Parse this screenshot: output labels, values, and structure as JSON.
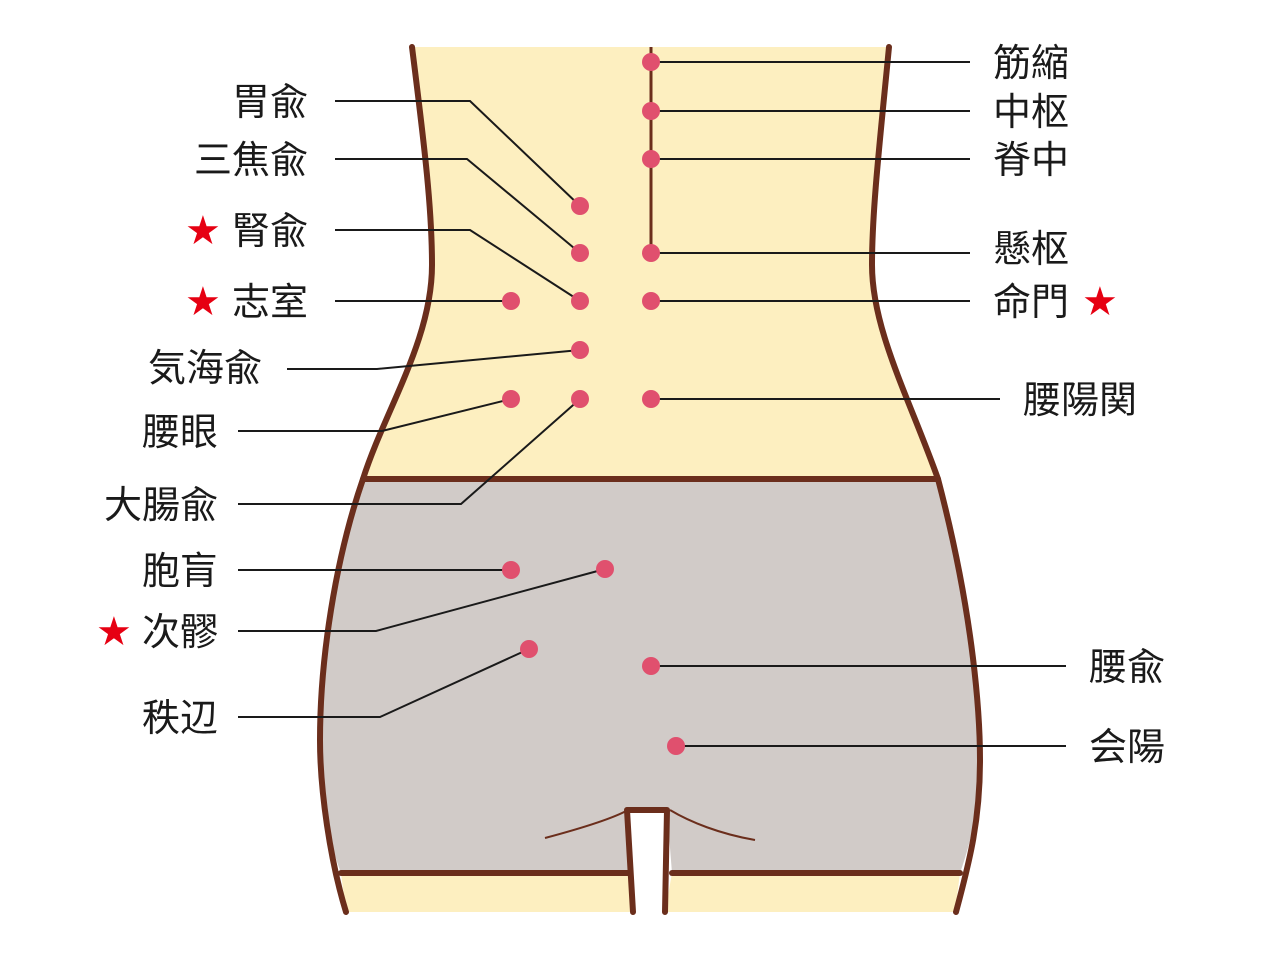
{
  "colors": {
    "skin": "#fdefc0",
    "garment": "#d1cbc8",
    "outline": "#6b2e1c",
    "point": "#e0506e",
    "star": "#e60012"
  },
  "left_labels": [
    {
      "key": "weiyu",
      "text": "胃兪",
      "star": false
    },
    {
      "key": "sanjiaoyu",
      "text": "三焦兪",
      "star": false
    },
    {
      "key": "shenyu",
      "text": "腎兪",
      "star": true
    },
    {
      "key": "zhishi",
      "text": "志室",
      "star": true
    },
    {
      "key": "qihaiyu",
      "text": "気海兪",
      "star": false
    },
    {
      "key": "yaoyan",
      "text": "腰眼",
      "star": false
    },
    {
      "key": "dachangyu",
      "text": "大腸兪",
      "star": false
    },
    {
      "key": "baohuang",
      "text": "胞肓",
      "star": false
    },
    {
      "key": "ciliao",
      "text": "次髎",
      "star": true
    },
    {
      "key": "zhibian",
      "text": "秩辺",
      "star": false
    }
  ],
  "right_labels": [
    {
      "key": "jinsuo",
      "text": "筋縮",
      "star": false
    },
    {
      "key": "zhongshu",
      "text": "中枢",
      "star": false
    },
    {
      "key": "jizhong",
      "text": "脊中",
      "star": false
    },
    {
      "key": "xuanshu",
      "text": "懸枢",
      "star": false
    },
    {
      "key": "mingmen",
      "text": "命門",
      "star": true
    },
    {
      "key": "yaoyangguan",
      "text": "腰陽関",
      "star": false
    },
    {
      "key": "yaoyu",
      "text": "腰兪",
      "star": false
    },
    {
      "key": "huiyang",
      "text": "会陽",
      "star": false
    }
  ],
  "star_glyph": "★"
}
